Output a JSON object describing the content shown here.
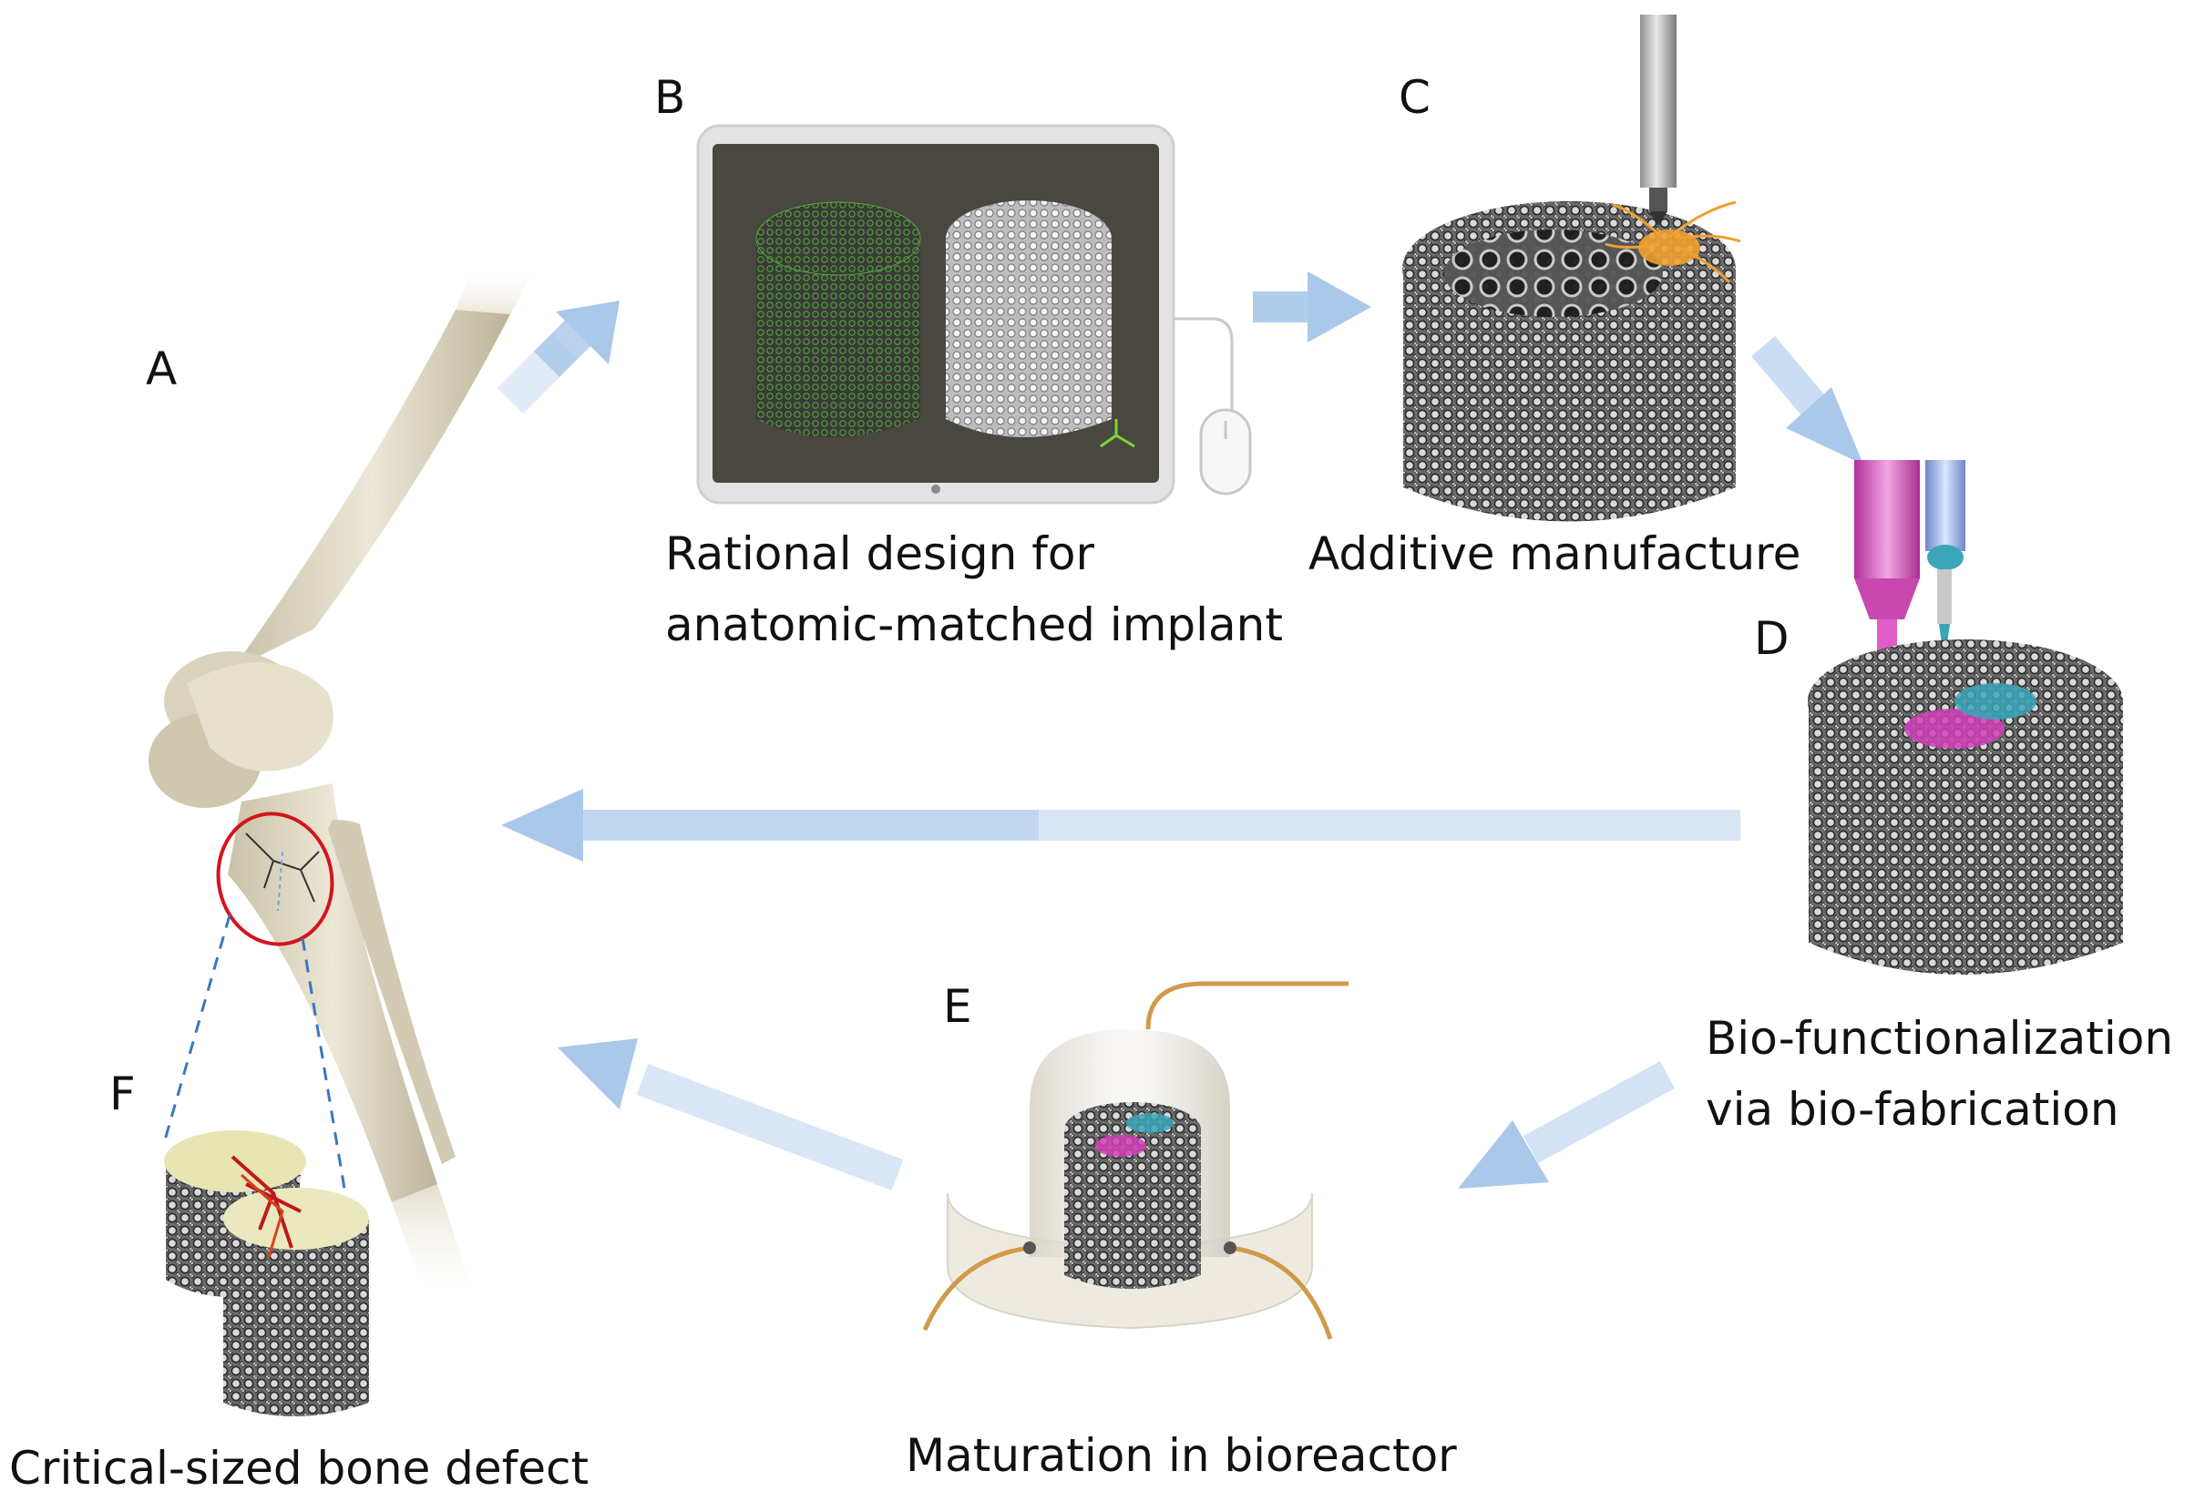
{
  "panels": {
    "A": {
      "letter": "A"
    },
    "B": {
      "letter": "B",
      "caption_line1": "Rational design for",
      "caption_line2": "anatomic-matched implant"
    },
    "C": {
      "letter": "C",
      "caption_line1": "Additive manufacture"
    },
    "D": {
      "letter": "D",
      "caption_line1": "Bio-functionalization",
      "caption_line2": "via bio-fabrication"
    },
    "E": {
      "letter": "E",
      "caption_line1": "Maturation in bioreactor"
    },
    "F": {
      "letter": "F",
      "caption_line1": "Critical-sized bone defect"
    }
  },
  "icons": {
    "bone": "knee-bone-illustration",
    "monitor": "monitor-icon",
    "mouse": "mouse-icon",
    "axes": "axes-icon",
    "nozzle": "print-nozzle-icon",
    "syringe": "syringe-icon",
    "bioreactor": "bioreactor-icon",
    "defect_marker": "defect-ellipse-marker"
  },
  "colors": {
    "arrow": "#a9c8ea",
    "lattice": "#4a4a4a",
    "wireframe_green": "#4fae3a",
    "laser_orange": "#f0a030",
    "pink_cells": "#d040b8",
    "cyan_cells": "#3aa6b8",
    "marker_red": "#d4141c",
    "guide_blue": "#3a78c0",
    "tube_orange": "#d09a4a"
  }
}
